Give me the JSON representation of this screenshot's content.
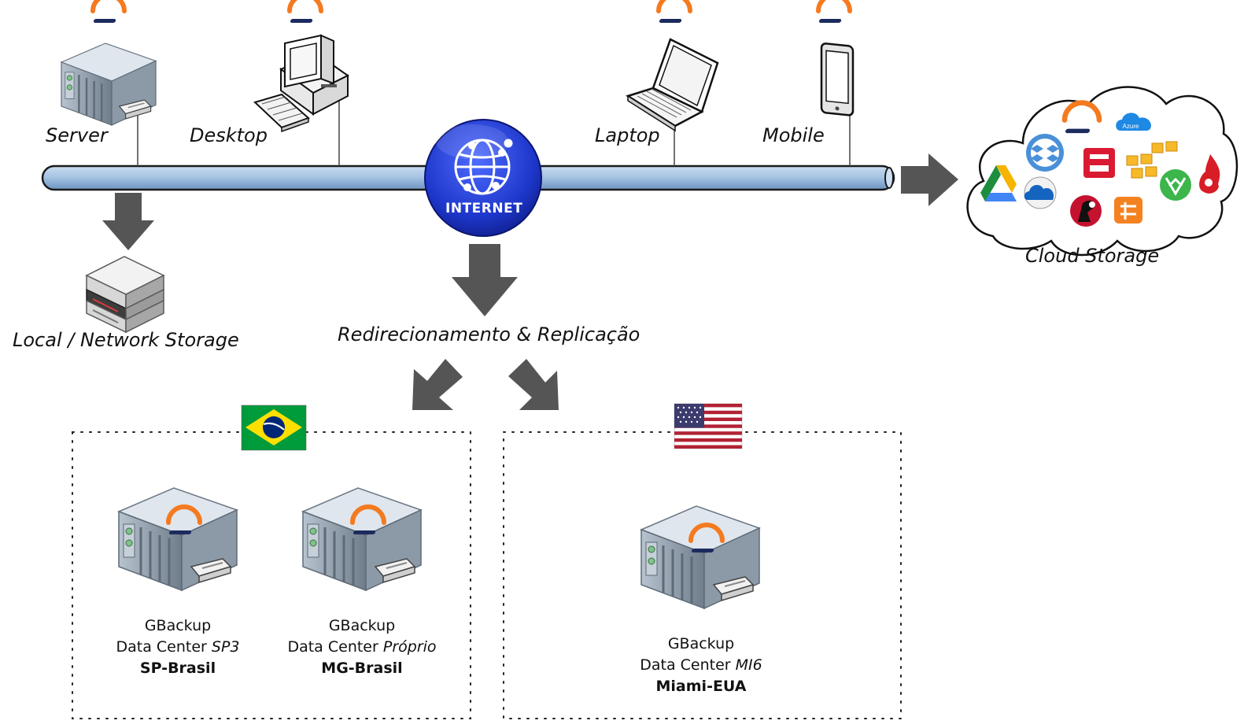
{
  "devices": {
    "server": "Server",
    "desktop": "Desktop",
    "laptop": "Laptop",
    "mobile": "Mobile"
  },
  "internet_label": "INTERNET",
  "local_storage": "Local / Network Storage",
  "cloud_storage": "Cloud Storage",
  "cloud_services": [
    "GBackup",
    "Azure",
    "Dropbox",
    "Google Drive",
    "OneDrive",
    "OpenStack",
    "Amazon S3",
    "Rackspace",
    "Backblaze",
    "Wasabi",
    "Box"
  ],
  "azure_text": "Azure",
  "replication_label": "Redirecionamento & Replicação",
  "datacenters": {
    "sp": {
      "line1": "GBackup",
      "line2_prefix": "Data Center ",
      "line2_italic": "SP3",
      "line3": "SP-Brasil"
    },
    "mg": {
      "line1": "GBackup",
      "line2_prefix": "Data Center ",
      "line2_italic": "Próprio",
      "line3": "MG-Brasil"
    },
    "mi": {
      "line1": "GBackup",
      "line2_prefix": "Data Center ",
      "line2_italic": "MI6",
      "line3": "Miami-EUA"
    }
  },
  "colors": {
    "brand_orange": "#f47a20",
    "brand_navy": "#1c2b5e",
    "pipe": "#8fb3d9",
    "arrow": "#555555",
    "internet_globe": "#1f3fd1"
  }
}
